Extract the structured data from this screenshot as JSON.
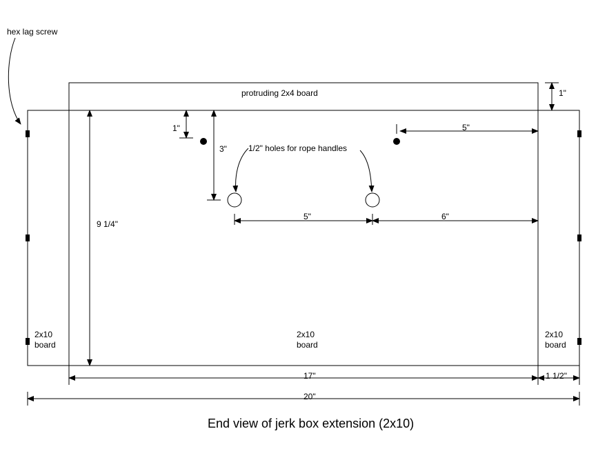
{
  "title": "End view of jerk box extension (2x10)",
  "labels": {
    "hex_lag_screw": "hex lag screw",
    "protruding_board": "protruding 2x4 board",
    "rope_holes": "1/2\" holes for rope handles",
    "left_board": [
      "2x10",
      "board"
    ],
    "center_board": [
      "2x10",
      "board"
    ],
    "right_board": [
      "2x10",
      "board"
    ]
  },
  "dimensions": {
    "board_protrusion": "1\"",
    "dot_from_top": "1\"",
    "hole_from_top": "3\"",
    "dot_from_right": "5\"",
    "height": "9 1/4\"",
    "hole_spacing": "5\"",
    "hole_from_right": "6\"",
    "inner_width": "17\"",
    "board_thickness": "1 1/2\"",
    "overall_width": "20\""
  }
}
